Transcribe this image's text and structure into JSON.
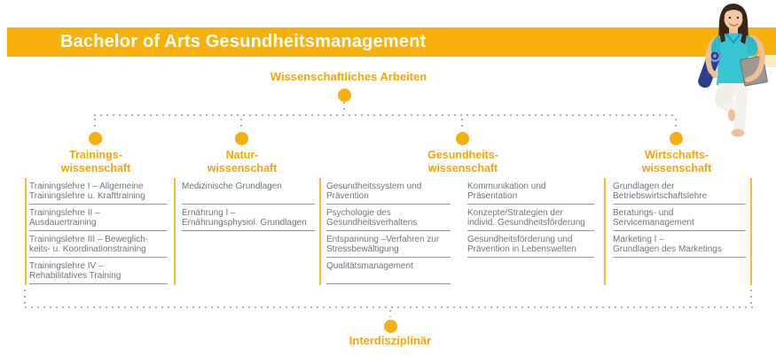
{
  "banner": {
    "title": "Bachelor of Arts Gesundheitsmanagement"
  },
  "top_node": {
    "label": "Wissenschaftliches Arbeiten"
  },
  "bottom_node": {
    "label": "Interdisziplinär"
  },
  "columns": [
    {
      "title": "Trainings-\nwissenschaft",
      "courses": [
        "Trainingslehre I – Allgemeine\nTrainingslehre u. Krafttraining",
        "Trainingslehre II –\nAusdauertraining",
        "Trainingslehre III – Beweglich-\nkeits- u. Koordinationstraining",
        "Trainingslehre IV –\nRehabilitatives Training"
      ]
    },
    {
      "title": "Natur-\nwissenschaft",
      "courses": [
        "Medizinische Grundlagen",
        "Ernährung I –\nErnährungsphysiol. Grundlagen"
      ]
    },
    {
      "title": "Gesundheits-\nwissenschaft",
      "courses_left": [
        "Gesundheitssystem und\nPrävention",
        "Psychologie des\nGesundheitsverhaltens",
        "Entspannung –Verfahren zur\nStressbewältigung",
        "Qualitätsmanagement"
      ],
      "courses_right": [
        "Kommunikation und\nPräsentation",
        "Konzepte/Strategien der\nindivid. Gesundheitsförderung",
        "Gesundheitsförderung und\nPrävention in Lebenswelten"
      ]
    },
    {
      "title": "Wirtschafts-\nwissenschaft",
      "courses": [
        "Grundlagen der\nBetriebswirtschaftslehre",
        "Beratungs- und\nServicemanagement",
        "Marketing I –\nGrundlagen des Marketings"
      ]
    }
  ],
  "illustration": "woman-with-yoga-mat-and-laptop-photo",
  "colors": {
    "banner_yellow": "#f7b10a",
    "node_dot_yellow": "#f6ae10",
    "label_orange": "#f4a50c",
    "column_bar_yellow": "#f9bb3c",
    "course_text_gray": "#72737b",
    "underline_gray": "#95959d",
    "dotted_line_gray": "#ababab"
  }
}
